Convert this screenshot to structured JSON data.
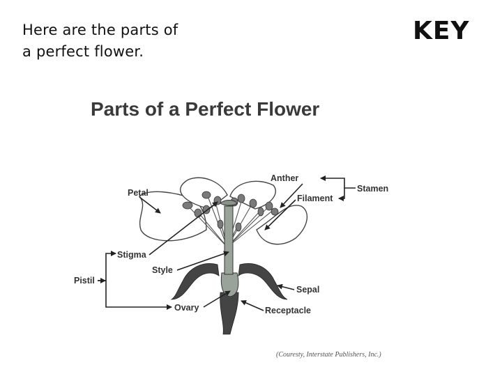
{
  "intro": {
    "line1": "Here are the parts of",
    "line2": "a perfect flower."
  },
  "key_label": "KEY",
  "diagram": {
    "title": "Parts of a Perfect Flower",
    "labels": {
      "anther": "Anther",
      "stamen": "Stamen",
      "filament": "Filament",
      "petal": "Petal",
      "stigma": "Stigma",
      "style": "Style",
      "pistil": "Pistil",
      "sepal": "Sepal",
      "ovary": "Ovary",
      "receptacle": "Receptacle"
    },
    "credit": "(Couresty, Interstate Publishers, Inc.)"
  }
}
